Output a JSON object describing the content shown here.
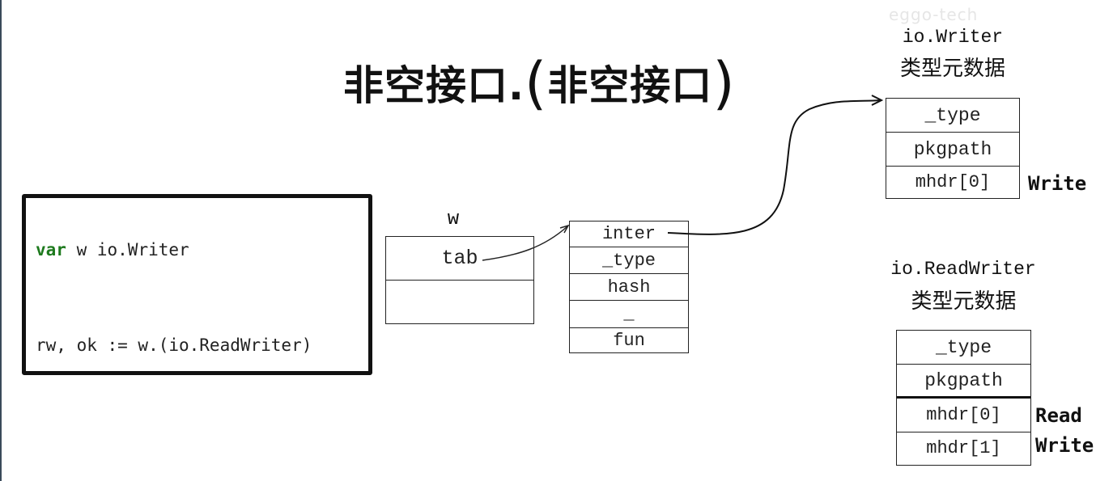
{
  "watermark": "eggo-tech",
  "title": {
    "part1": "非空接口.",
    "open_paren": "(",
    "part2": "非空接口",
    "close_paren": ")"
  },
  "code": {
    "line1_keyword": "var",
    "line1_rest": " w io.Writer",
    "line2": "rw, ok := w.(io.ReadWriter)"
  },
  "w_struct": {
    "label": "w",
    "cells": [
      "tab",
      ""
    ]
  },
  "itab": {
    "cells": [
      "inter",
      "_type",
      "hash",
      "_",
      "fun"
    ]
  },
  "writer_meta": {
    "title": "io.Writer",
    "subtitle": "类型元数据",
    "cells": [
      "_type",
      "pkgpath",
      "mhdr[0]"
    ],
    "method_labels": [
      "Write"
    ]
  },
  "readwriter_meta": {
    "title": "io.ReadWriter",
    "subtitle": "类型元数据",
    "cells": [
      "_type",
      "pkgpath",
      "mhdr[0]",
      "mhdr[1]"
    ],
    "method_labels": [
      "Read",
      "Write"
    ]
  }
}
